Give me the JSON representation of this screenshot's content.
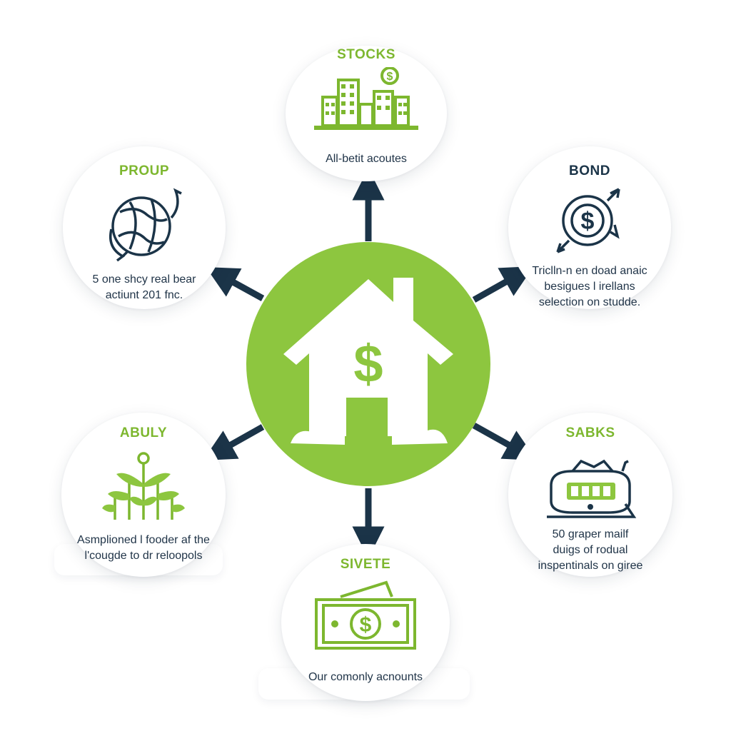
{
  "colors": {
    "accent_green": "#8dc63f",
    "navy": "#1b3448",
    "text": "#1f3347"
  },
  "center": {
    "icon": "house-dollar-icon"
  },
  "nodes": {
    "stocks": {
      "title": "STOCKS",
      "icon": "city-buildings-dollar-icon",
      "desc": "All-betit acoutes"
    },
    "proup": {
      "title": "PROUP",
      "icon": "globe-arrows-icon",
      "desc": "5 one shcy real bear\nactiunt 201 fnc."
    },
    "bond": {
      "title": "BOND",
      "icon": "dollar-cycle-icon",
      "desc": "Triclln-n en doad anaic\nbesigues l irellans\nselection on studde."
    },
    "abuly": {
      "title": "ABULY",
      "icon": "plants-growth-icon",
      "desc": "Asmplioned l fooder af the\nl'cougde to dr reloopols"
    },
    "sabks": {
      "title": "SABKS",
      "icon": "savings-card-icon",
      "desc": "50 graper mailf\nduigs of rodual\ninspentinals on giree"
    },
    "sivete": {
      "title": "SIVETE",
      "icon": "banknote-dollar-icon",
      "desc": "Our comonly acnounts"
    }
  }
}
